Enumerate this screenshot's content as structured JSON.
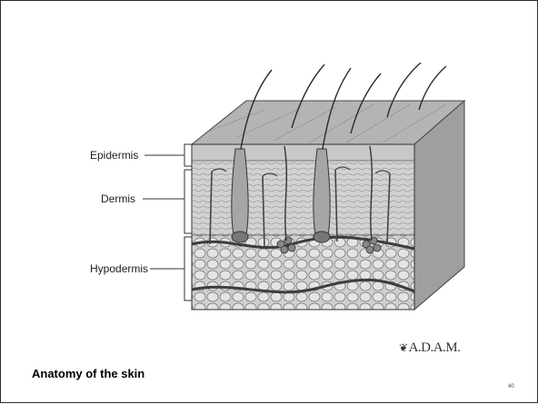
{
  "slide": {
    "labels": {
      "epidermis": "Epidermis",
      "dermis": "Dermis",
      "hypodermis": "Hypodermis"
    },
    "logo": "A.D.A.M.",
    "caption": "Anatomy of the skin",
    "page_number": "40"
  }
}
